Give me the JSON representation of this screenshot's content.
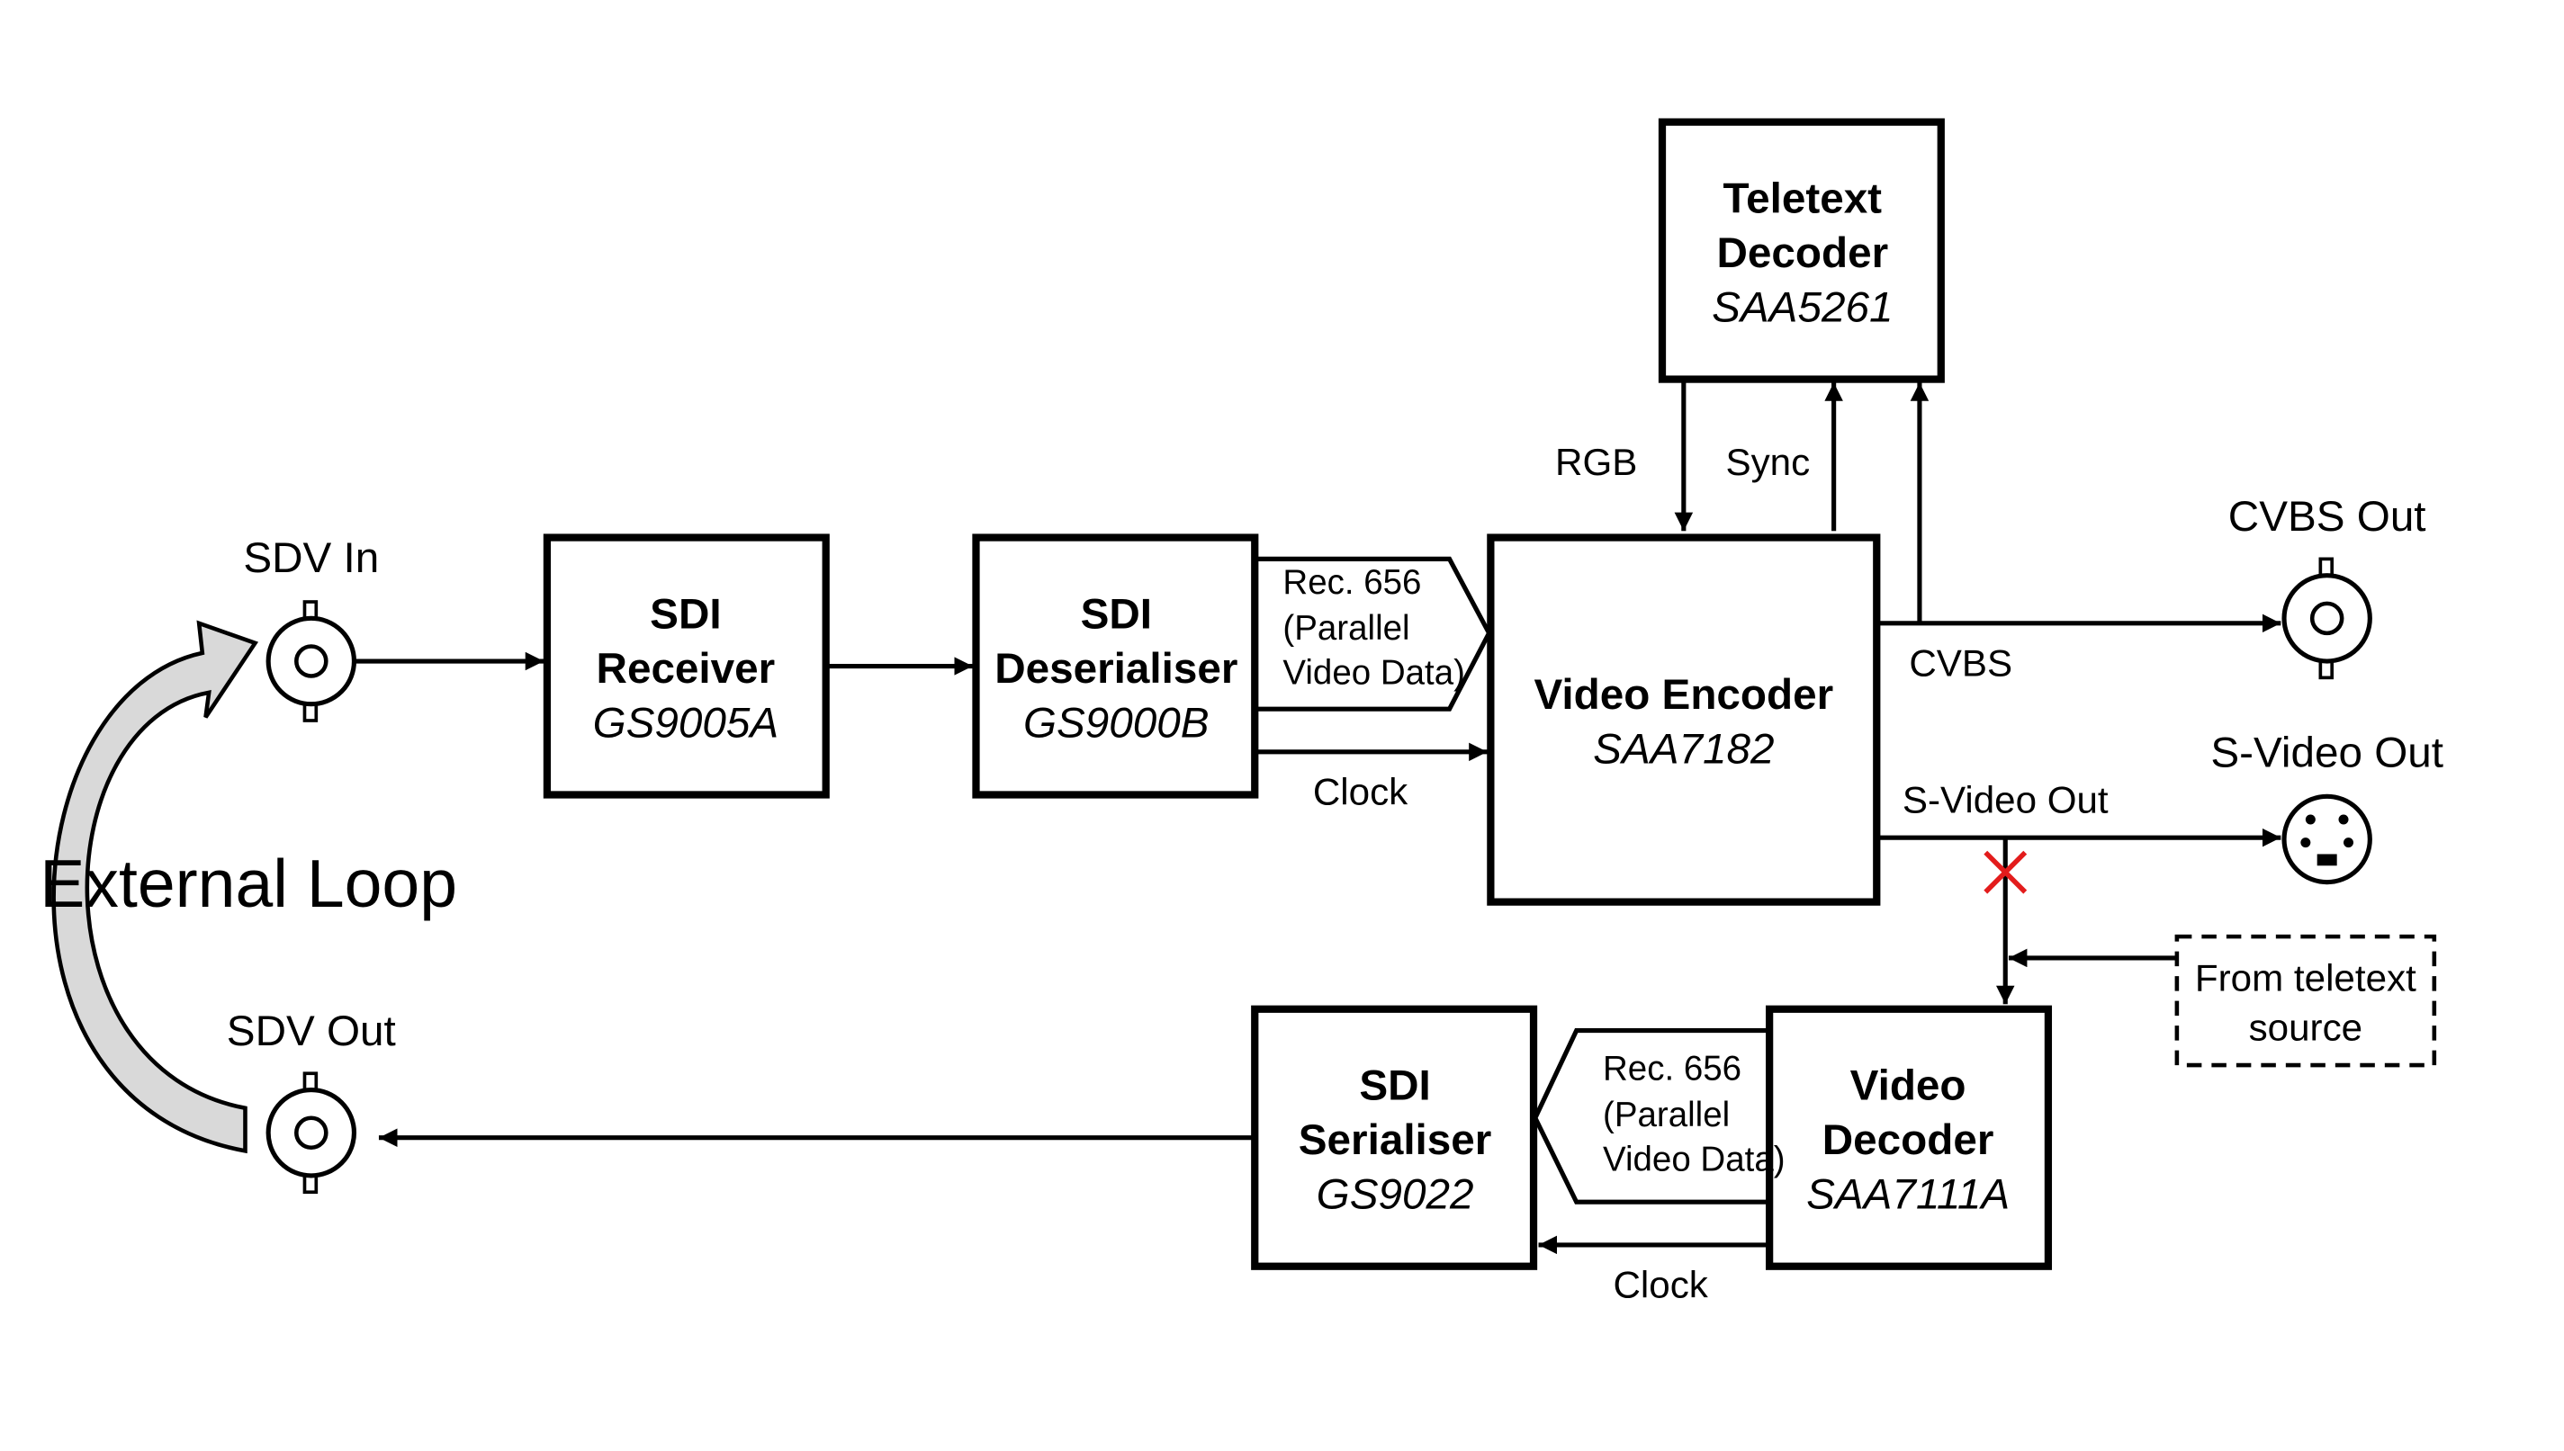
{
  "blocks": {
    "sdi_receiver": {
      "title": "SDI",
      "title2": "Receiver",
      "part": "GS9005A"
    },
    "sdi_deserialiser": {
      "title": "SDI",
      "title2": "Deserialiser",
      "part": "GS9000B"
    },
    "video_encoder": {
      "title": "Video Encoder",
      "part": "SAA7182"
    },
    "teletext_decoder": {
      "title": "Teletext",
      "title2": "Decoder",
      "part": "SAA5261"
    },
    "video_decoder": {
      "title": "Video",
      "title2": "Decoder",
      "part": "SAA7111A"
    },
    "sdi_serialiser": {
      "title": "SDI",
      "title2": "Serialiser",
      "part": "GS9022"
    }
  },
  "connectors": {
    "sdv_in": "SDV In",
    "sdv_out": "SDV Out",
    "cvbs_out": "CVBS Out",
    "svideo_out": "S-Video Out"
  },
  "signals": {
    "rec656_top": [
      "Rec. 656",
      "(Parallel",
      "Video Data)"
    ],
    "rec656_bottom": [
      "Rec. 656",
      "(Parallel",
      "Video Data)"
    ],
    "clock_top": "Clock",
    "clock_bottom": "Clock",
    "rgb": "RGB",
    "sync": "Sync",
    "cvbs": "CVBS",
    "svideo": "S-Video Out",
    "external_loop": "External Loop"
  },
  "teletext_source": [
    "From teletext",
    "source"
  ],
  "colors": {
    "cross": "#e31c1c",
    "loop_arrow_fill": "#d9d9d9"
  },
  "icons": [
    "bnc-connector-icon",
    "svideo-connector-icon",
    "cross-icon"
  ]
}
